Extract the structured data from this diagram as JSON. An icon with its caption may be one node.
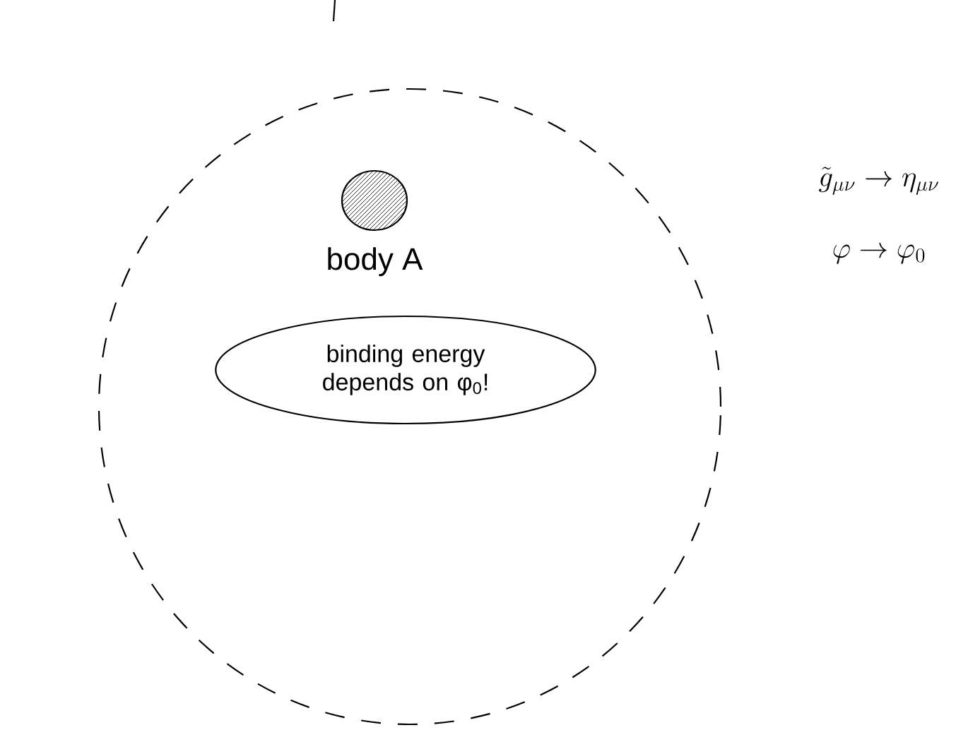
{
  "diagram": {
    "nodes": [
      {
        "text": [],
        "shape": "circle"
      },
      {
        "text": [],
        "shape": "circle",
        "in": 0,
        "beside": [
          "body A"
        ]
      },
      {
        "text": [
          "binding energy depends on φ$_{0}$!"
        ],
        "in": 0
      }
    ],
    "labels": [
      "\\tilde{g}_{\\mu\\nu} \\to \\eta_{\\mu\\nu}",
      "\\varphi \\to \\varphi_{0}"
    ]
  }
}
